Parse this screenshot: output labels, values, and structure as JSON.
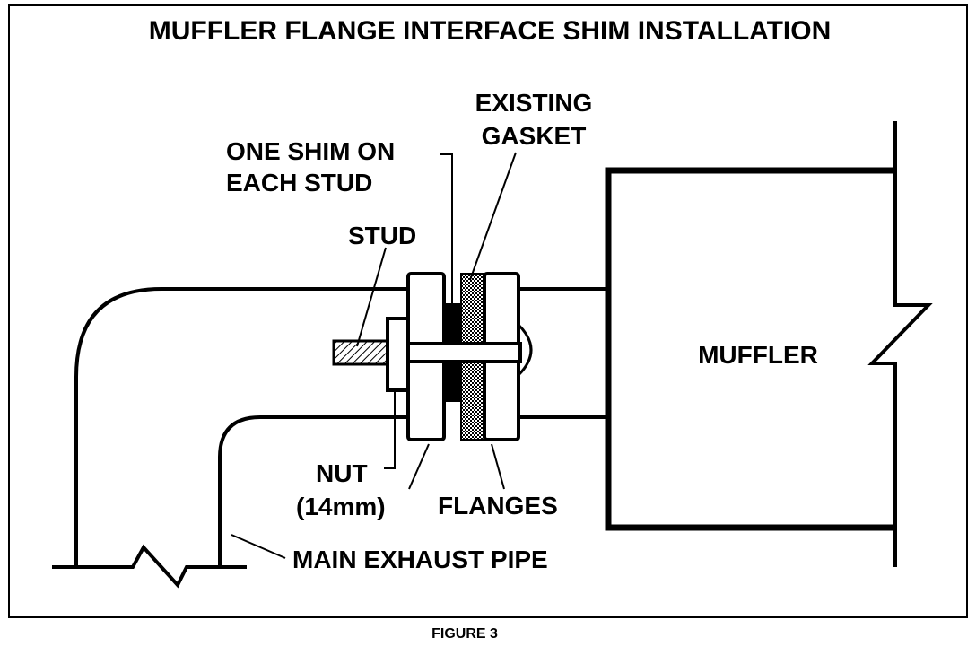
{
  "title": "MUFFLER FLANGE INTERFACE SHIM INSTALLATION",
  "labels": {
    "existing_gasket_line1": "EXISTING",
    "existing_gasket_line2": "GASKET",
    "shim_line1": "ONE SHIM ON",
    "shim_line2": "EACH STUD",
    "stud": "STUD",
    "muffler": "MUFFLER",
    "nut_line1": "NUT",
    "nut_line2": "(14mm)",
    "flanges": "FLANGES",
    "main_exhaust_pipe": "MAIN EXHAUST PIPE"
  },
  "caption": "FIGURE 3"
}
